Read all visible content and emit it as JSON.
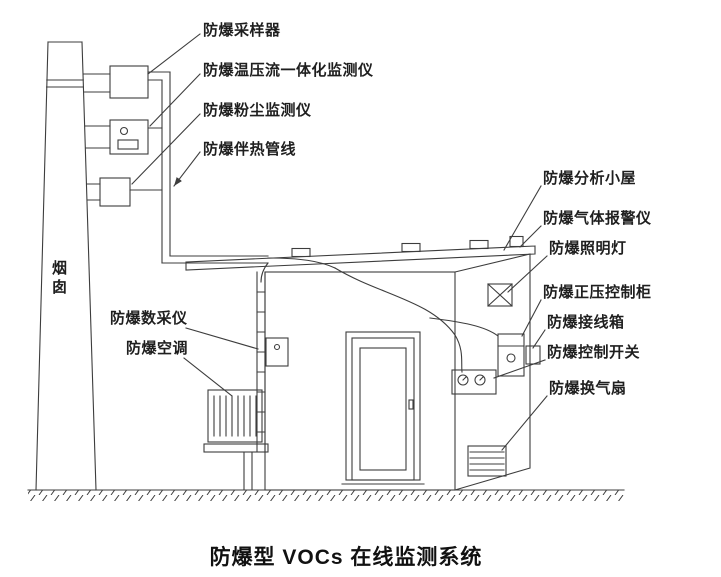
{
  "title": "防爆型 VOCs 在线监测系统",
  "labels": {
    "sampler": "防爆采样器",
    "integrated_monitor": "防爆温压流一体化监测仪",
    "dust_monitor": "防爆粉尘监测仪",
    "heat_trace_line": "防爆伴热管线",
    "chimney": "烟囱",
    "data_logger": "防爆数采仪",
    "air_conditioner": "防爆空调",
    "analysis_house": "防爆分析小屋",
    "gas_alarm": "防爆气体报警仪",
    "lighting_lamp": "防爆照明灯",
    "pressure_cabinet": "防爆正压控制柜",
    "junction_box": "防爆接线箱",
    "control_switch": "防爆控制开关",
    "ventilation_fan": "防爆换气扇"
  },
  "colors": {
    "line": "#3d3d3d",
    "text": "#1f1f1f"
  }
}
